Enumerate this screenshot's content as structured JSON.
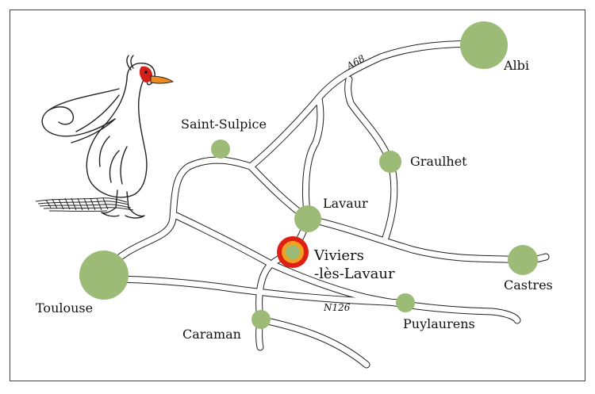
{
  "roads": {
    "a68": "A68",
    "n126": "N126"
  },
  "cities": {
    "albi": "Albi",
    "saint_sulpice": "Saint-Sulpice",
    "graulhet": "Graulhet",
    "lavaur": "Lavaur",
    "viviers_line1": "Viviers",
    "viviers_line2": "-lès-Lavaur",
    "castres": "Castres",
    "toulouse": "Toulouse",
    "caraman": "Caraman",
    "puylaurens": "Puylaurens"
  },
  "colors": {
    "town": "#9cbb76",
    "highlight_ring": "#e01e14",
    "highlight_inner": "#f0a023",
    "duck_bill": "#f08a1c",
    "duck_face": "#d21f1a"
  }
}
